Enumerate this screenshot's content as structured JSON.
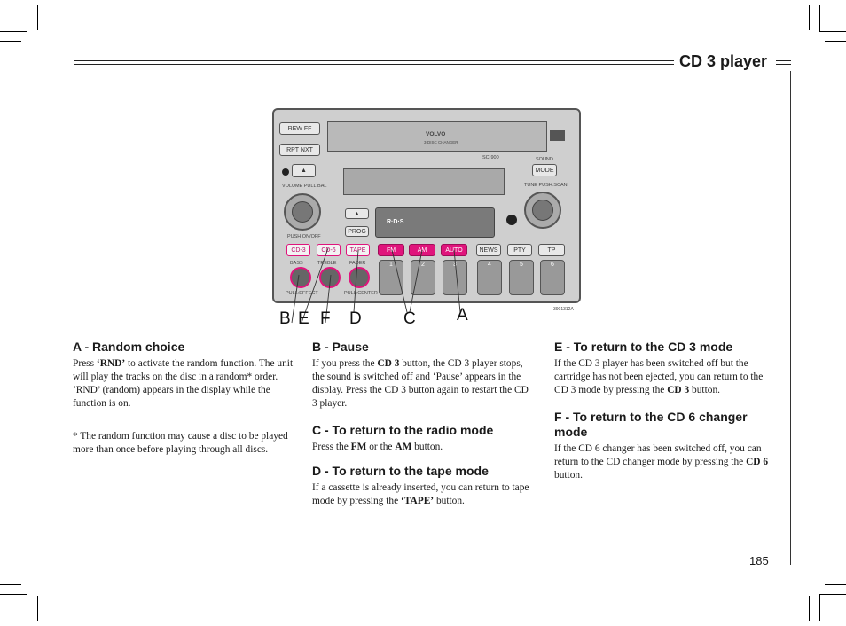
{
  "header": {
    "title": "CD 3 player"
  },
  "radio_unit": {
    "buttons": {
      "rew_ff": "REW    FF",
      "rpt_nxt": "RPT   NXT",
      "sound_mode": "SOUND",
      "mode": "MODE",
      "prog": "PROG",
      "cd3": "CD-3",
      "cd6": "CD-6",
      "tape": "TAPE",
      "fm": "FM",
      "am": "AM",
      "auto": "AUTO",
      "news": "NEWS",
      "pty": "PTY",
      "tp": "TP",
      "eject": "▲"
    },
    "labels": {
      "brand": "VOLVO",
      "changer": "3-DISC CHANGER",
      "model": "SC-900",
      "volume": "VOLUME  PULL:BAL",
      "tune": "TUNE  PUSH:SCAN",
      "push_onoff": "PUSH  ON/OFF",
      "bass": "BASS",
      "treble": "TREBLE",
      "fader": "FADER",
      "pull_effect": "PULL:EFFECT",
      "pull_center": "PULL:CENTER",
      "rds": "R·D·S",
      "ref_code": "3901312A"
    },
    "presets": [
      "1",
      "2",
      "3",
      "4",
      "5",
      "6"
    ]
  },
  "callouts": [
    "B",
    "E",
    "F",
    "D",
    "C",
    "A"
  ],
  "sections": {
    "a": {
      "heading": "A - Random choice",
      "text_1": "Press ",
      "bold_1": "‘RND’",
      "text_2": " to activate the random function. The unit will play the tracks on the disc in a random* order. ‘RND’ (random) appears in the display while the function is on.",
      "footnote": "* The random function may cause a disc to be played more than once before playing through all discs."
    },
    "b": {
      "heading": "B - Pause",
      "text_1": "If you press the ",
      "bold_1": "CD 3",
      "text_2": " button, the CD 3 player stops, the sound is switched off and ‘Pause’ appears in the display. Press the CD 3 button again to restart the CD 3 player."
    },
    "c": {
      "heading": "C - To return to the radio mode",
      "text_1": "Press the ",
      "bold_1": "FM",
      "text_2": " or the ",
      "bold_2": "AM",
      "text_3": " button."
    },
    "d": {
      "heading": "D - To return to the tape mode",
      "text_1": "If a cassette is already inserted, you can return to tape mode by pressing the ",
      "bold_1": "‘TAPE’",
      "text_2": " button."
    },
    "e": {
      "heading": "E - To return to the CD 3 mode",
      "text_1": "If the CD 3 player has been switched off but the cartridge has not been ejected, you can return to the CD 3 mode by pressing the ",
      "bold_1": "CD 3",
      "text_2": " button."
    },
    "f": {
      "heading": "F - To return to the CD 6 changer mode",
      "text_1": "If the CD 6 changer has been switched off, you can return to the CD changer mode by pressing the ",
      "bold_1": "CD 6",
      "text_2": " button."
    }
  },
  "page_number": "185"
}
